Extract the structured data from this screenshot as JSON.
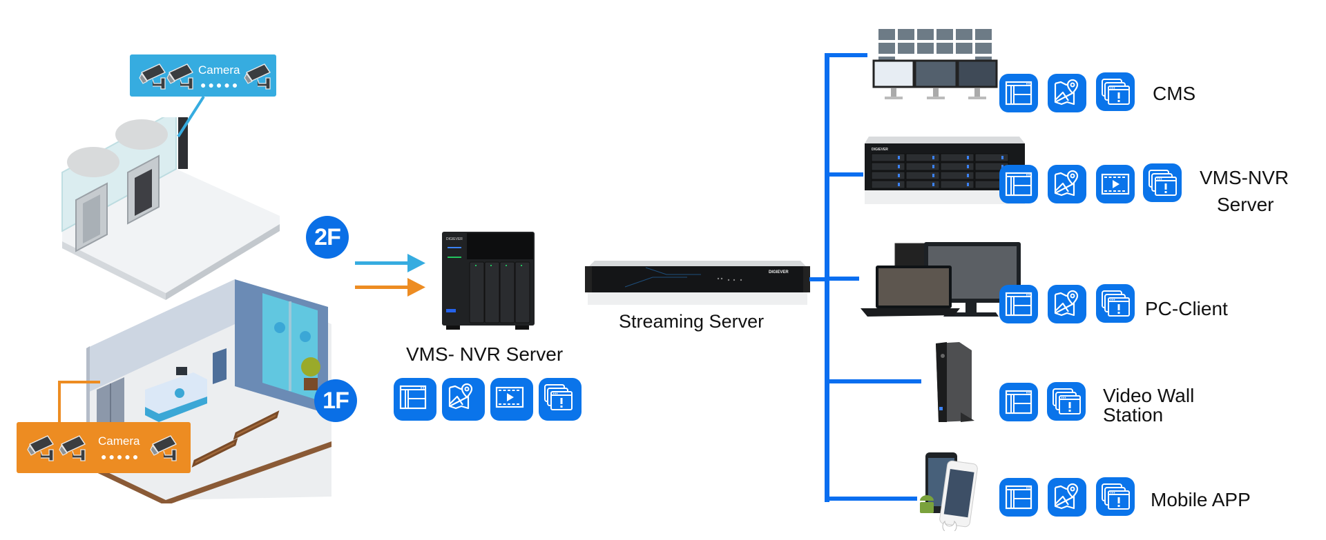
{
  "colors": {
    "accent_blue": "#0a74ea",
    "camera_box_2f": "#36ace0",
    "camera_box_1f": "#ed8c22",
    "arrow_blue": "#36ace0",
    "arrow_orange": "#ed8c22",
    "bus_blue": "#0a6ef0"
  },
  "building": {
    "floors": [
      {
        "badge": "2F",
        "camera_box": {
          "label": "Camera",
          "dots": "●●●●●",
          "camera_count_shown": 3
        }
      },
      {
        "badge": "1F",
        "camera_box": {
          "label": "Camera",
          "dots": "●●●●●",
          "camera_count_shown": 3
        }
      }
    ]
  },
  "nvr_server": {
    "label": "VMS- NVR Server",
    "brand": "DIGIEVER",
    "features": [
      "layout-icon",
      "map-location-icon",
      "video-playback-icon",
      "alarm-windows-icon"
    ]
  },
  "streaming_server": {
    "label": "Streaming Server",
    "brand": "DIGIEVER"
  },
  "clients": [
    {
      "name": "CMS",
      "features": [
        "layout-icon",
        "map-location-icon",
        "alarm-windows-icon"
      ]
    },
    {
      "name": "VMS-NVR\nServer",
      "line1": "VMS-NVR",
      "line2": "Server",
      "features": [
        "layout-icon",
        "map-location-icon",
        "video-playback-icon",
        "alarm-windows-icon"
      ]
    },
    {
      "name": "PC-Client",
      "features": [
        "layout-icon",
        "map-location-icon",
        "alarm-windows-icon"
      ]
    },
    {
      "name": "Video Wall Station",
      "line1": "Video Wall",
      "line2": "Station",
      "features": [
        "layout-icon",
        "alarm-windows-icon"
      ]
    },
    {
      "name": "Mobile APP",
      "features": [
        "layout-icon",
        "map-location-icon",
        "alarm-windows-icon"
      ]
    }
  ]
}
